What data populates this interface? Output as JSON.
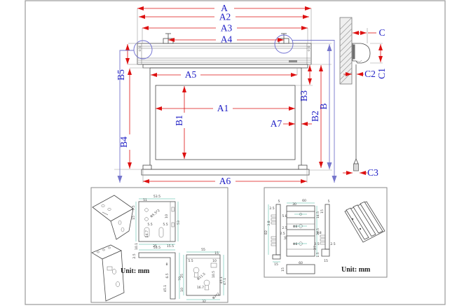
{
  "colors": {
    "dimension_red": "#dd1111",
    "label_blue": "#1b1bc4",
    "leader_purple": "#7676cc",
    "drawing_gray": "#4a4a4a",
    "detail_teal": "#3db39c"
  },
  "main_view": {
    "labels": {
      "A": "A",
      "A1": "A1",
      "A2": "A2",
      "A3": "A3",
      "A4": "A4",
      "A5": "A5",
      "A6": "A6",
      "A7": "A7",
      "B": "B",
      "B1": "B1",
      "B2": "B2",
      "B3": "B3",
      "B4": "B4",
      "B5": "B5"
    }
  },
  "side_view": {
    "labels": {
      "C": "C",
      "C1": "C1",
      "C2": "C2",
      "C3": "C3"
    }
  },
  "detail_left": {
    "unit_label": "Unit: mm",
    "dims": [
      "53.5",
      "51",
      "7.5",
      "15",
      "Φ5.5*2",
      "10",
      "5.5",
      "5.5",
      "53",
      "14.7",
      "25",
      "15.5",
      "10.1",
      "53.5",
      "2.5",
      "8",
      "6.5",
      "70",
      "45.1",
      "55",
      "15",
      "5.5",
      "10",
      "25",
      "Φ11.5",
      "10.5",
      "45.1",
      "47.1",
      "10",
      "16.7",
      "32",
      "Φ7*2"
    ]
  },
  "detail_right": {
    "unit_label": "Unit: mm",
    "dims": [
      "5",
      "2.5",
      "5.8",
      "3.8",
      "2.5",
      "2.5",
      "82",
      "36",
      "15",
      "30",
      "60",
      "Φ8",
      "Φ8",
      "14.5",
      "34.5",
      "27",
      "60",
      "15",
      "5",
      "15",
      "5.8",
      "2.5",
      "2.5",
      "1.5",
      "15"
    ]
  }
}
